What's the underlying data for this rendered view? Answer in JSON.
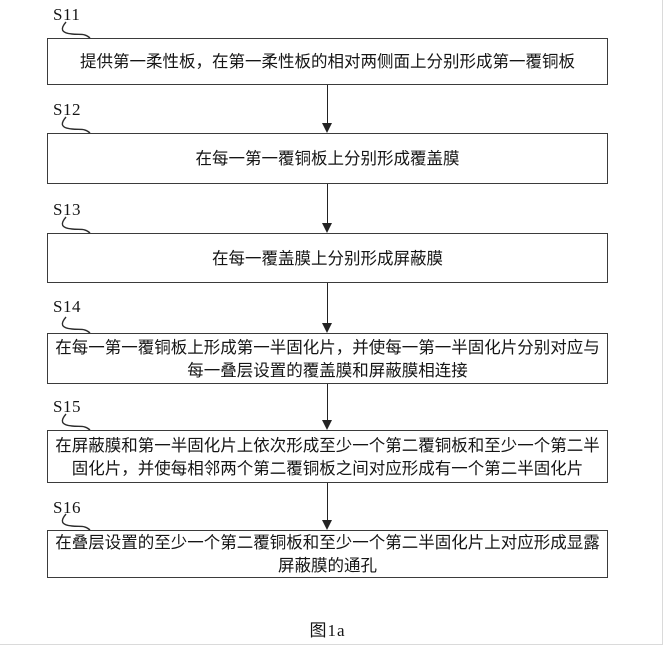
{
  "figure": {
    "caption": "图1a"
  },
  "colors": {
    "line": "#2c2c2c",
    "text": "#151515",
    "background": "#ffffff"
  },
  "steps": [
    {
      "label": "S11",
      "lines": [
        "提供第一柔性板，在第一柔性板的相对两侧面上分别形成第一覆铜板"
      ]
    },
    {
      "label": "S12",
      "lines": [
        "在每一第一覆铜板上分别形成覆盖膜"
      ]
    },
    {
      "label": "S13",
      "lines": [
        "在每一覆盖膜上分别形成屏蔽膜"
      ]
    },
    {
      "label": "S14",
      "lines": [
        "在每一第一覆铜板上形成第一半固化片，并使每一第一半固化片分别对应与",
        "每一叠层设置的覆盖膜和屏蔽膜相连接"
      ]
    },
    {
      "label": "S15",
      "lines": [
        "在屏蔽膜和第一半固化片上依次形成至少一个第二覆铜板和至少一个第二半",
        "固化片，并使每相邻两个第二覆铜板之间对应形成有一个第二半固化片"
      ]
    },
    {
      "label": "S16",
      "lines": [
        "在叠层设置的至少一个第二覆铜板和至少一个第二半固化片上对应形成显露",
        "屏蔽膜的通孔"
      ]
    }
  ]
}
